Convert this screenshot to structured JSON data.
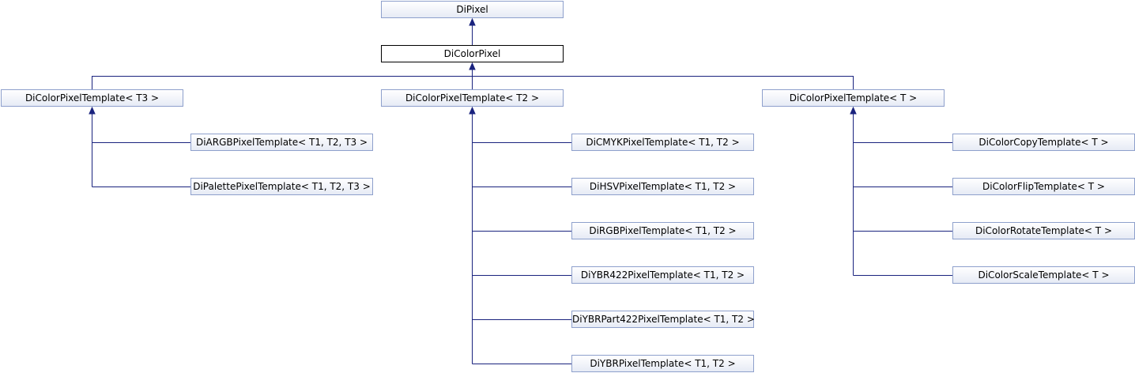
{
  "nodes": {
    "dipixel": "DiPixel",
    "dicolorpixel": "DiColorPixel",
    "tpl_t3": "DiColorPixelTemplate< T3 >",
    "tpl_t2": "DiColorPixelTemplate< T2 >",
    "tpl_t": "DiColorPixelTemplate< T >",
    "argb": "DiARGBPixelTemplate< T1, T2, T3 >",
    "palette": "DiPalettePixelTemplate< T1, T2, T3 >",
    "cmyk": "DiCMYKPixelTemplate< T1, T2 >",
    "hsv": "DiHSVPixelTemplate< T1, T2 >",
    "rgb": "DiRGBPixelTemplate< T1, T2 >",
    "ybr422": "DiYBR422PixelTemplate< T1, T2 >",
    "ybrpart422": "DiYBRPart422PixelTemplate< T1, T2 >",
    "ybr": "DiYBRPixelTemplate< T1, T2 >",
    "copy": "DiColorCopyTemplate< T >",
    "flip": "DiColorFlipTemplate< T >",
    "rotate": "DiColorRotateTemplate< T >",
    "scale": "DiColorScaleTemplate< T >"
  },
  "colors": {
    "edge": "#1a237e",
    "node_border": "#8ea0cc",
    "current_border": "#000000"
  }
}
